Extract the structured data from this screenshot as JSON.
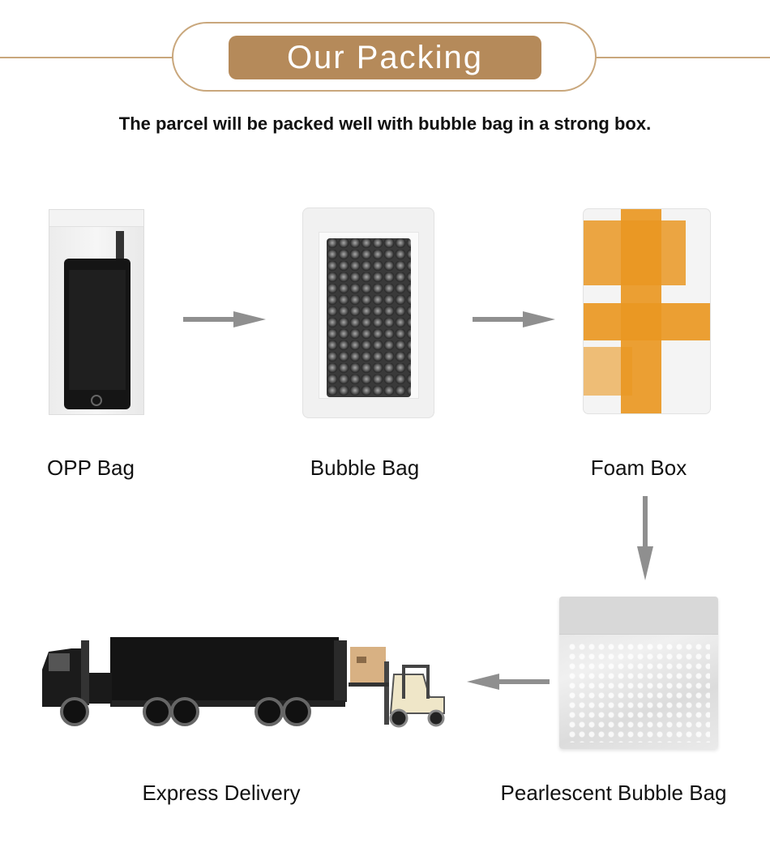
{
  "header": {
    "title": "Our Packing"
  },
  "subtitle": "The parcel will be packed well with bubble bag in a strong box.",
  "steps": {
    "opp_bag": "OPP Bag",
    "bubble_bag": "Bubble Bag",
    "foam_box": "Foam Box",
    "pearlescent_bubble_bag": "Pearlescent Bubble Bag",
    "express_delivery": "Express Delivery"
  },
  "colors": {
    "accent": "#b58a5a",
    "frame": "#c9a77c",
    "arrow": "#8f8f8f",
    "tape": "#e99722"
  }
}
